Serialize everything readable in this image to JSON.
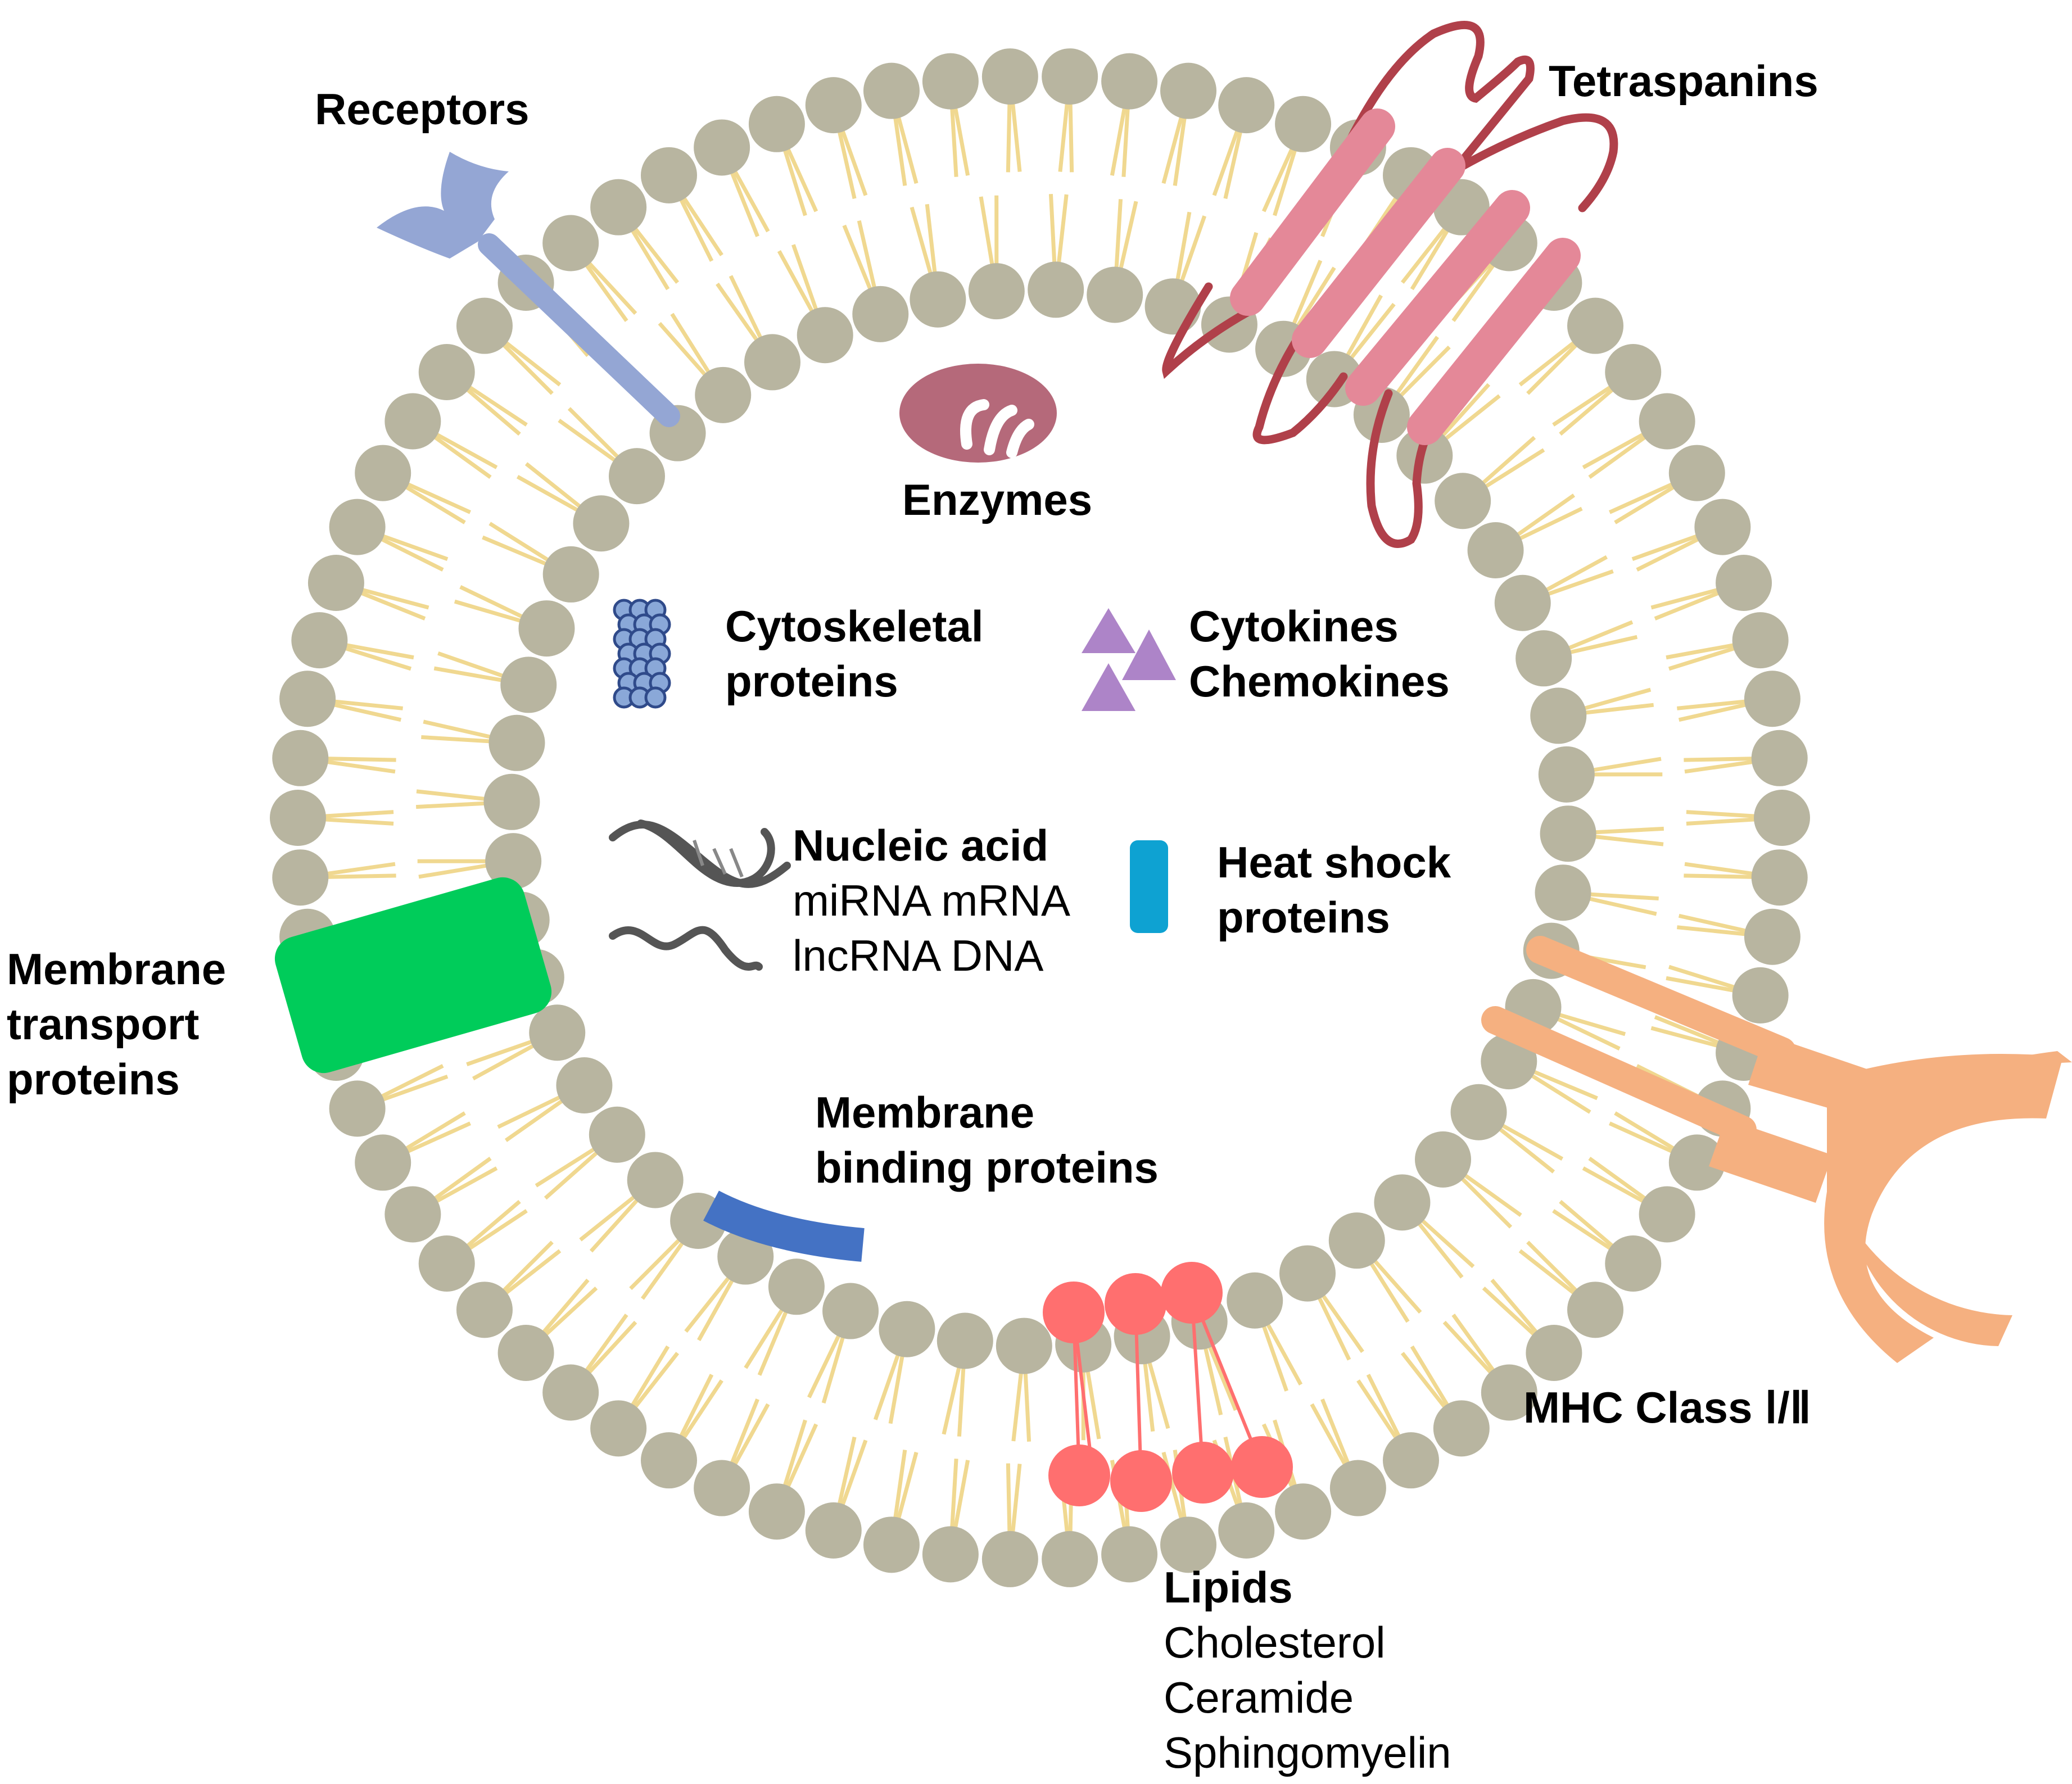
{
  "labels": {
    "receptors": "Receptors",
    "tetraspanins": "Tetraspanins",
    "enzymes": "Enzymes",
    "cytoskeletal_1": "Cytoskeletal",
    "cytoskeletal_2": "proteins",
    "cytokines_1": "Cytokines",
    "cytokines_2": "Chemokines",
    "nucleic_title": "Nucleic acid",
    "nucleic_line1": "miRNA mRNA",
    "nucleic_line2": "lncRNA DNA",
    "heat_shock_1": "Heat shock",
    "heat_shock_2": "proteins",
    "membrane_transport_1": "Membrane",
    "membrane_transport_2": "transport",
    "membrane_transport_3": "proteins",
    "membrane_binding_1": "Membrane",
    "membrane_binding_2": "binding proteins",
    "mhc": "MHC Class Ⅰ/Ⅱ",
    "lipids_title": "Lipids",
    "lipids_1": "Cholesterol",
    "lipids_2": "Ceramide",
    "lipids_3": "Sphingomyelin"
  },
  "colors": {
    "lipid_head": "#b8b5a0",
    "lipid_tail": "#f0d890",
    "receptor": "#94a6d4",
    "tetraspanin_band": "#e48898",
    "tetraspanin_loop": "#b0404a",
    "enzyme": "#b5697a",
    "cytoskeletal": "#8aa8d8",
    "cytokine": "#ad84c8",
    "nucleic": "#555555",
    "heat_shock": "#0ea2d2",
    "membrane_transport": "#00cc5a",
    "membrane_binding": "#4472c4",
    "mhc": "#f5b080",
    "lipid_highlight": "#ff6f6f"
  }
}
